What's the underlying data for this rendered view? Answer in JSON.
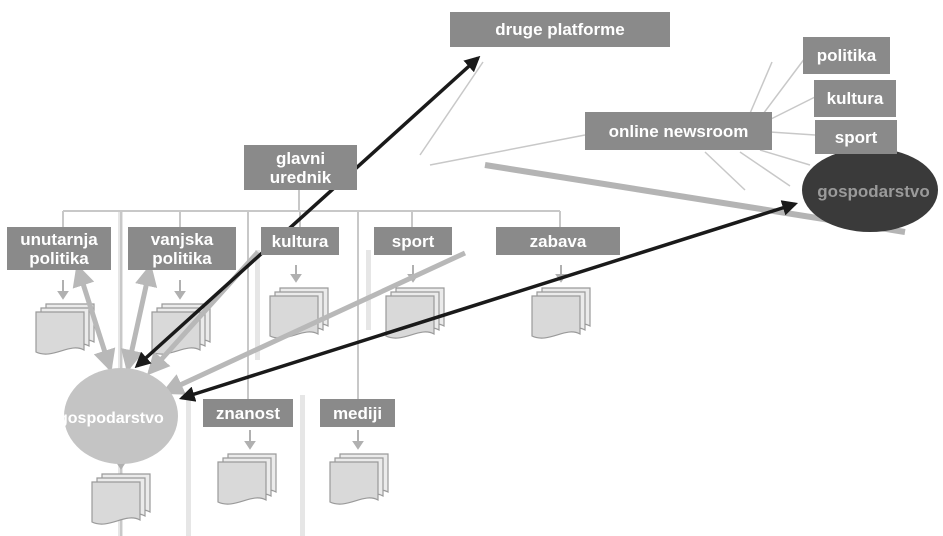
{
  "nodes": {
    "druge_platforme": "druge platforme",
    "online_newsroom": "online newsroom",
    "online_politika": "politika",
    "online_kultura": "kultura",
    "online_sport": "sport",
    "online_gospodarstvo": "gospodarstvo",
    "glavni_urednik": "glavni urednik",
    "unutarnja_politika": "unutarnja politika",
    "vanjska_politika": "vanjska politika",
    "kultura": "kultura",
    "sport": "sport",
    "zabava": "zabava",
    "gospodarstvo": "gospodarstvo",
    "znanost": "znanost",
    "mediji": "mediji"
  },
  "colors": {
    "box": "#8a8a8a",
    "ellipse_print": "#c4c4c4",
    "ellipse_online": "#3a3a3a",
    "arrow_dark": "#1a1a1a",
    "arrow_light": "#b8b8b8",
    "line": "#c8c8c8"
  }
}
